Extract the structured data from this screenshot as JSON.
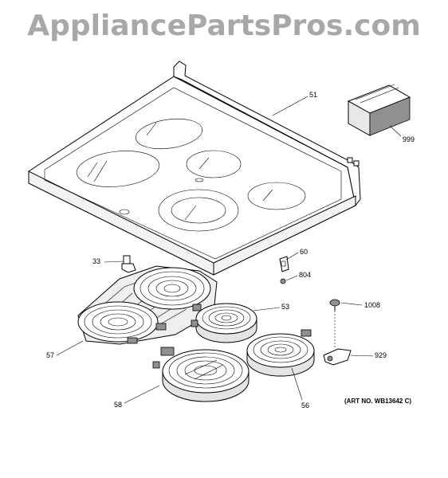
{
  "watermark": "AppliancePartsPros.com",
  "callouts": {
    "p51": "51",
    "p999": "999",
    "p33": "33",
    "p60": "60",
    "p804": "804",
    "p53": "53",
    "p1008": "1008",
    "p57": "57",
    "p929": "929",
    "p58": "58",
    "p56": "56"
  },
  "art_number": "(ART NO. WB13642 C)"
}
